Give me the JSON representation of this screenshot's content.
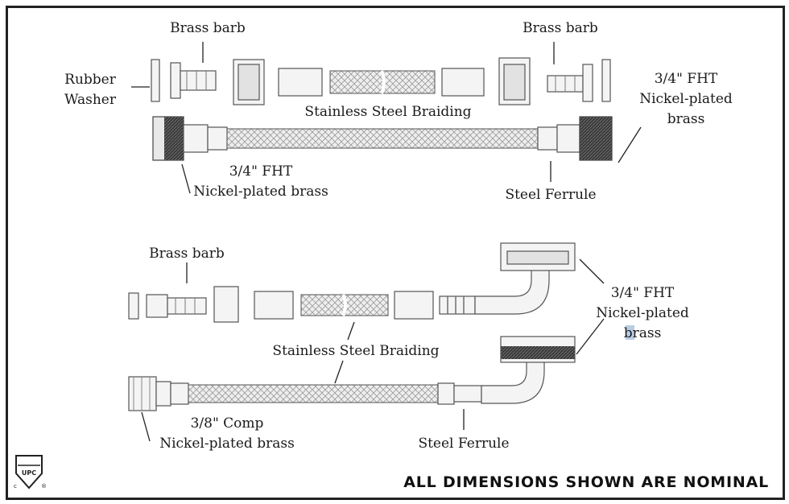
{
  "top_assembly": {
    "label_brass_barb_left": "Brass barb",
    "label_brass_barb_right": "Brass barb",
    "label_rubber_washer": [
      "Rubber",
      "Washer"
    ],
    "label_braiding": "Stainless Steel Braiding",
    "label_fht_right": [
      "3/4\" FHT",
      "Nickel-plated",
      "brass"
    ],
    "label_fht_left": [
      "3/4\" FHT",
      "Nickel-plated brass"
    ],
    "label_ferrule": "Steel Ferrule"
  },
  "bottom_assembly": {
    "label_brass_barb": "Brass barb",
    "label_fht_right": [
      "3/4\" FHT",
      "Nickel-plated",
      "brass"
    ],
    "label_braiding": "Stainless Steel Braiding",
    "label_comp": [
      "3/8\" Comp",
      "Nickel-plated brass"
    ],
    "label_ferrule": "Steel Ferrule"
  },
  "footer": {
    "nominal_note": "ALL DIMENSIONS SHOWN ARE NOMINAL",
    "logo_text": "UPC"
  }
}
